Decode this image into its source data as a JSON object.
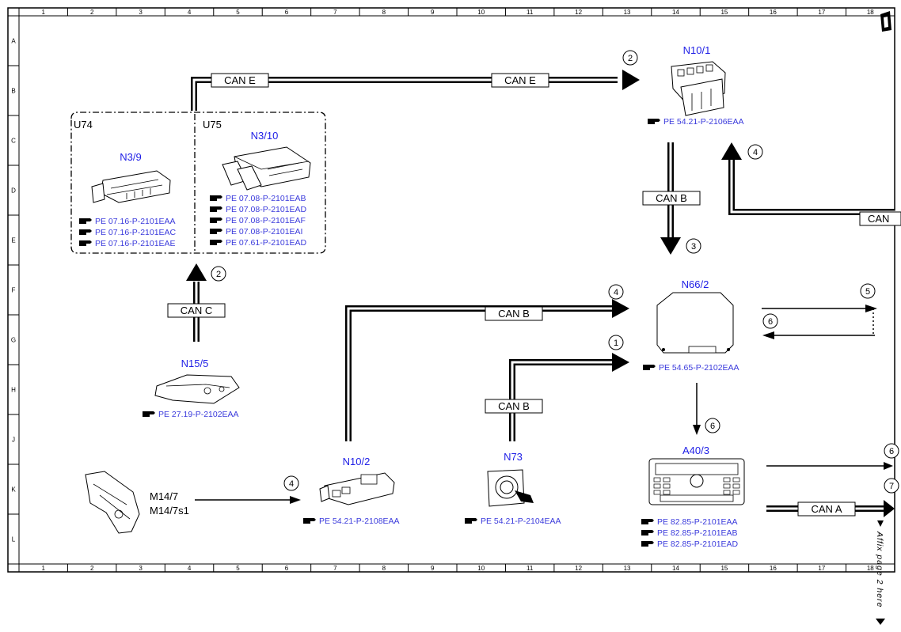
{
  "ruler": {
    "columns": [
      "1",
      "2",
      "3",
      "4",
      "5",
      "6",
      "7",
      "8",
      "9",
      "10",
      "11",
      "12",
      "13",
      "14",
      "15",
      "16",
      "17",
      "18"
    ],
    "rows": [
      "A",
      "B",
      "C",
      "D",
      "E",
      "F",
      "G",
      "H",
      "J",
      "K",
      "L"
    ]
  },
  "components": {
    "u74": {
      "group_label": "U74",
      "label": "N3/9",
      "refs": [
        "PE 07.16-P-2101EAA",
        "PE 07.16-P-2101EAC",
        "PE 07.16-P-2101EAE"
      ]
    },
    "u75": {
      "group_label": "U75",
      "label": "N3/10",
      "refs": [
        "PE 07.08-P-2101EAB",
        "PE 07.08-P-2101EAD",
        "PE 07.08-P-2101EAF",
        "PE 07.08-P-2101EAI",
        "PE 07.61-P-2101EAD"
      ]
    },
    "n10_1": {
      "label": "N10/1",
      "refs": [
        "PE 54.21-P-2106EAA"
      ]
    },
    "n15_5": {
      "label": "N15/5",
      "refs": [
        "PE 27.19-P-2102EAA"
      ]
    },
    "n66_2": {
      "label": "N66/2",
      "refs": [
        "PE 54.65-P-2102EAA"
      ]
    },
    "n10_2": {
      "label": "N10/2",
      "refs": [
        "PE 54.21-P-2108EAA"
      ]
    },
    "n73": {
      "label": "N73",
      "refs": [
        "PE 54.21-P-2104EAA"
      ]
    },
    "a40_3": {
      "label": "A40/3",
      "refs": [
        "PE 82.85-P-2101EAA",
        "PE 82.85-P-2101EAB",
        "PE 82.85-P-2101EAD"
      ]
    },
    "m14_7": {
      "label_line1": "M14/7",
      "label_line2": "M14/7s1"
    }
  },
  "buses": {
    "can_e_left": "CAN E",
    "can_e_right": "CAN E",
    "can_c": "CAN C",
    "can_b_vertical": "CAN B",
    "can_b_n10_2": "CAN B",
    "can_b_n73": "CAN B",
    "can_right_edge": "CAN",
    "can_a": "CAN A"
  },
  "circle_numbers": {
    "c_n10_1": "2",
    "c_can_b_up": "4",
    "c_can_b_down": "3",
    "c_can_c": "2",
    "c_n10_2_b": "4",
    "c_n73_b": "1",
    "c_n66_out": "5",
    "c_n66_in": "6",
    "c_n66_down": "6",
    "c_m14": "4",
    "c_a40_1": "6",
    "c_a40_2": "7"
  },
  "side_note": "Affix page 2 here"
}
